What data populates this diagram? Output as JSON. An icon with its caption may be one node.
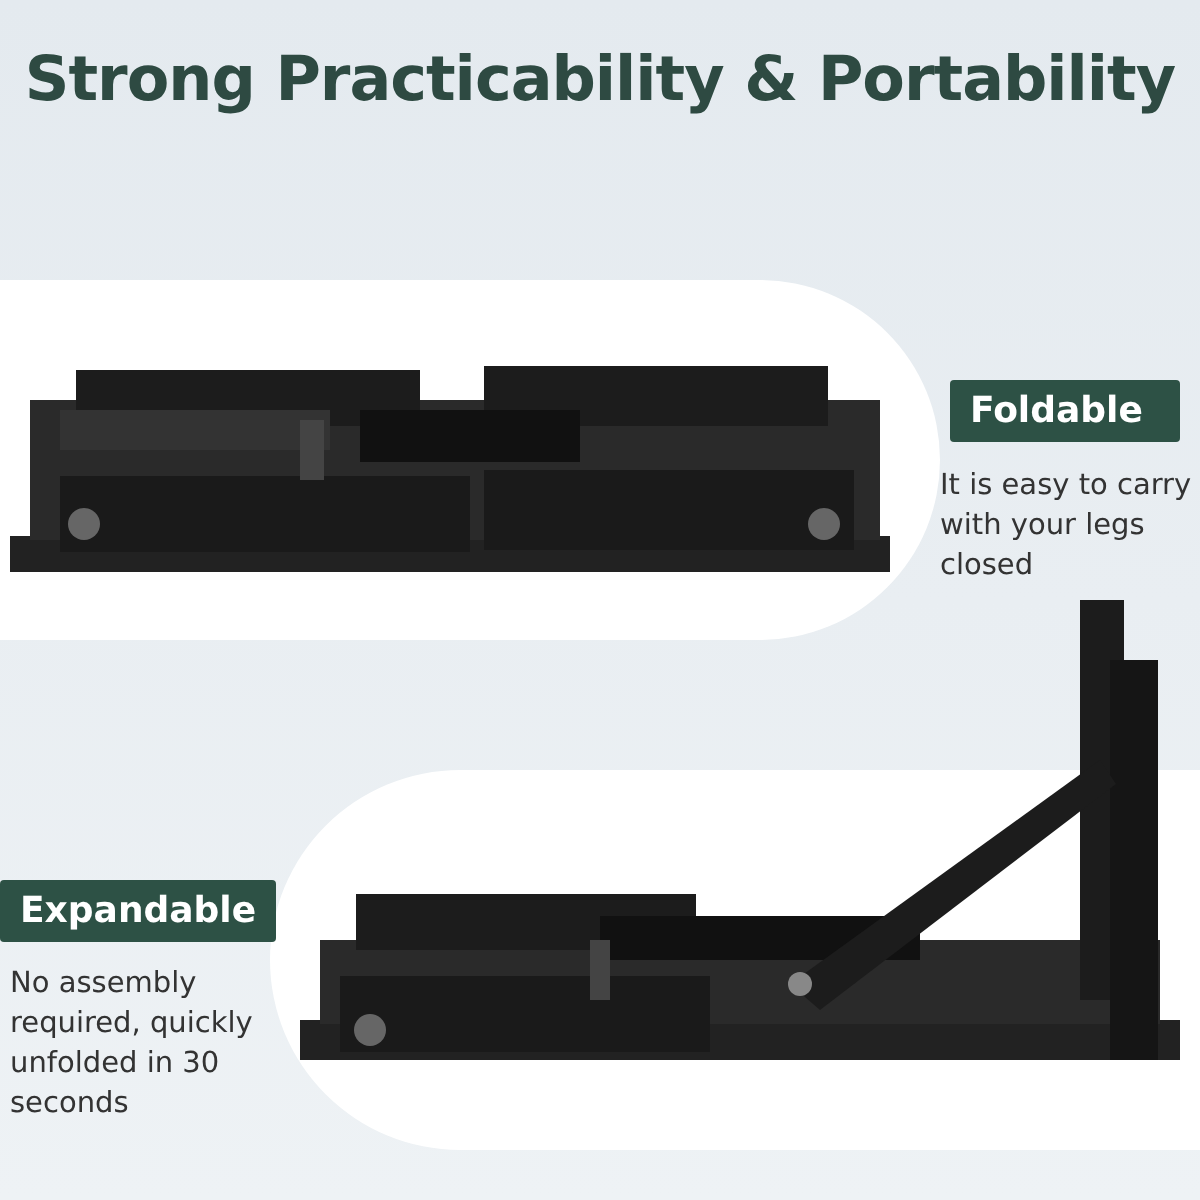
{
  "diagram": {
    "title": "Strong Practicability & Portability",
    "nodes": [
      {
        "text": [
          "Foldable"
        ],
        "beside": [
          "It is easy to carry with your legs closed"
        ]
      },
      {
        "text": [
          "Expandable"
        ],
        "beside": [
          "No assembly required, quickly unfolded in 30 seconds"
        ]
      }
    ]
  }
}
